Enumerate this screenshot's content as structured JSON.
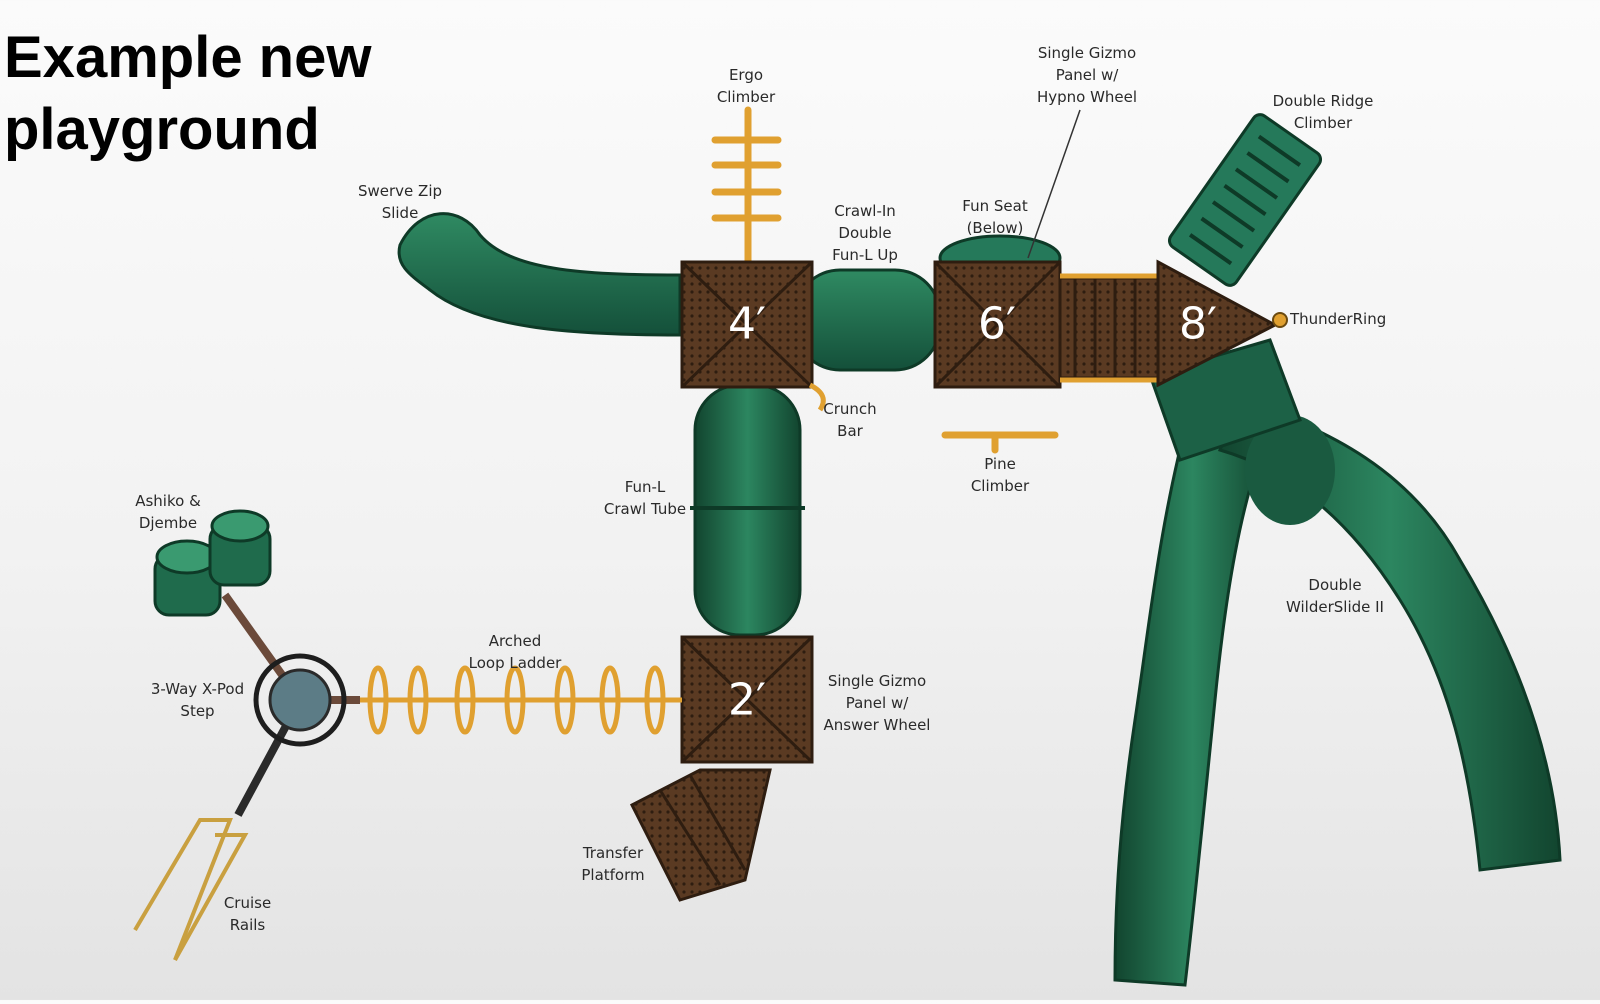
{
  "title": {
    "line1": "Example new",
    "line2": "playground"
  },
  "platforms": {
    "p4": "4′",
    "p6": "6′",
    "p8": "8′",
    "p2": "2′"
  },
  "labels": {
    "ergo_climber": "Ergo\nClimber",
    "single_gizmo_hypno": "Single Gizmo\nPanel w/\nHypno Wheel",
    "double_ridge_climber": "Double Ridge\nClimber",
    "swerve_zip_slide": "Swerve Zip\nSlide",
    "crawl_in_double": "Crawl-In\nDouble\nFun-L Up",
    "fun_seat": "Fun Seat\n(Below)",
    "thunderring": "ThunderRing",
    "crunch_bar": "Crunch\nBar",
    "pine_climber": "Pine\nClimber",
    "fun_l_crawl_tube": "Fun-L\nCrawl Tube",
    "ashiko_djembe": "Ashiko &\nDjembe",
    "double_wilderslide": "Double\nWilderSlide II",
    "arched_loop_ladder": "Arched\nLoop Ladder",
    "three_way_xpod": "3-Way X-Pod\nStep",
    "single_gizmo_answer": "Single Gizmo\nPanel w/\nAnswer Wheel",
    "transfer_platform": "Transfer\nPlatform",
    "cruise_rails": "Cruise\nRails"
  },
  "colors": {
    "slide_green": "#1f6b4c",
    "slide_dark": "#12452f",
    "deck_brown": "#5a3a22",
    "metal_orange": "#e0a030",
    "background": "#f2f2f2"
  }
}
